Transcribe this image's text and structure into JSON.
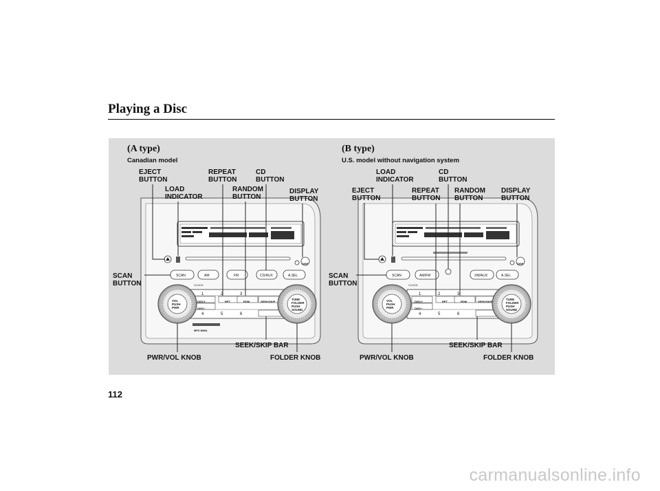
{
  "page": {
    "title": "Playing a Disc",
    "page_number": "112",
    "watermark": "carmanualsonline.info"
  },
  "diagram_a": {
    "heading": "(A type)",
    "subheading": "Canadian model",
    "labels": {
      "eject": "EJECT\nBUTTON",
      "load": "LOAD\nINDICATOR",
      "repeat": "REPEAT\nBUTTON",
      "random": "RANDOM\nBUTTON",
      "cd": "CD\nBUTTON",
      "display": "DISPLAY\nBUTTON",
      "scan": "SCAN\nBUTTON",
      "pwr_vol": "PWR/VOL KNOB",
      "seek_skip": "SEEK/SKIP BAR",
      "folder": "FOLDER KNOB"
    },
    "unit": {
      "btn_scan": "SCAN",
      "btn_am": "AM",
      "btn_fm": "FM",
      "btn_cd": "CD/AUX",
      "btn_asel": "A.SEL",
      "clock": "CLOCK",
      "disp": "DISP",
      "knob_left": "VOL\nPUSH\nPWR",
      "knob_right": "TUNE\nFOLDER\nPUSH\nSOUND",
      "disc_up": "DISC+",
      "disc_down": "DISC−",
      "rpt": "RPT",
      "rdm": "RDM",
      "seek": "SEEK/SKIP",
      "presets": [
        "1",
        "2",
        "3",
        "4",
        "5",
        "6"
      ],
      "mp3": "MP3 WMA"
    }
  },
  "diagram_b": {
    "heading": "(B type)",
    "subheading": "U.S. model without navigation system",
    "labels": {
      "load": "LOAD\nINDICATOR",
      "cd": "CD\nBUTTON",
      "eject": "EJECT\nBUTTON",
      "repeat": "REPEAT\nBUTTON",
      "random": "RANDOM\nBUTTON",
      "display": "DISPLAY\nBUTTON",
      "scan": "SCAN\nBUTTON",
      "pwr_vol": "PWR/VOL KNOB",
      "seek_skip": "SEEK/SKIP BAR",
      "folder": "FOLDER KNOB"
    },
    "unit": {
      "btn_scan": "SCAN",
      "btn_amfm": "AM/FM",
      "btn_xm": "XM/AUX",
      "btn_asel": "A.SEL",
      "clock": "CLOCK",
      "disp": "DISP",
      "knob_left": "VOL\nPUSH\nPWR",
      "knob_right": "TUNE\nFOLDER\nPUSH\nSOUND",
      "disc_up": "DISC+",
      "disc_down": "DISC−",
      "rpt": "RPT",
      "rdm": "RDM",
      "seek": "SEEK/SKIP",
      "presets": [
        "1",
        "2",
        "3",
        "4",
        "5",
        "6"
      ]
    }
  }
}
